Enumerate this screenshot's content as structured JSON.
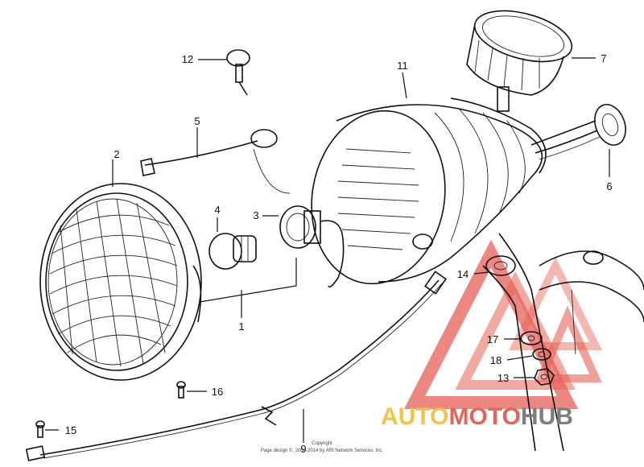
{
  "parts": [
    {
      "id": "1",
      "label": "1"
    },
    {
      "id": "2",
      "label": "2"
    },
    {
      "id": "3",
      "label": "3"
    },
    {
      "id": "4",
      "label": "4"
    },
    {
      "id": "5",
      "label": "5"
    },
    {
      "id": "6",
      "label": "6"
    },
    {
      "id": "7",
      "label": "7"
    },
    {
      "id": "9",
      "label": "9"
    },
    {
      "id": "11",
      "label": "11"
    },
    {
      "id": "12",
      "label": "12"
    },
    {
      "id": "13",
      "label": "13"
    },
    {
      "id": "14",
      "label": "14"
    },
    {
      "id": "15",
      "label": "15"
    },
    {
      "id": "16",
      "label": "16"
    },
    {
      "id": "17",
      "label": "17"
    },
    {
      "id": "18",
      "label": "18"
    }
  ],
  "watermark": {
    "part1": "AUTO",
    "part2": "MOTO",
    "part3": "HUB",
    "color1": "#f2c24a",
    "color2": "#e0665a",
    "color3": "#7d7d7d",
    "logo_color": "#e2463a"
  },
  "copyright": {
    "line1": "Copyright",
    "line2": "Page design ©, 2004-2014 by ARI Network Services, Inc."
  }
}
